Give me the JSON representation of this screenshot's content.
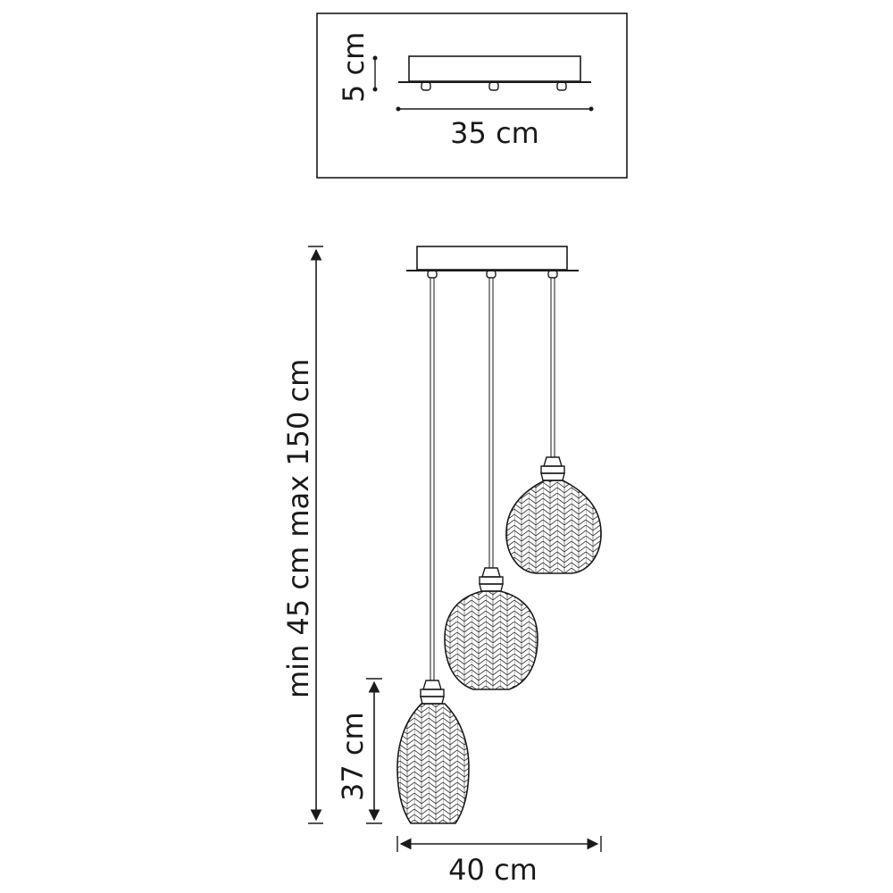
{
  "detail_view": {
    "height_label": "5 cm",
    "width_label": "35 cm"
  },
  "main_view": {
    "cord_label": "min 45 cm max 150 cm",
    "shade_height_label": "37 cm",
    "overall_width_label": "40 cm"
  }
}
